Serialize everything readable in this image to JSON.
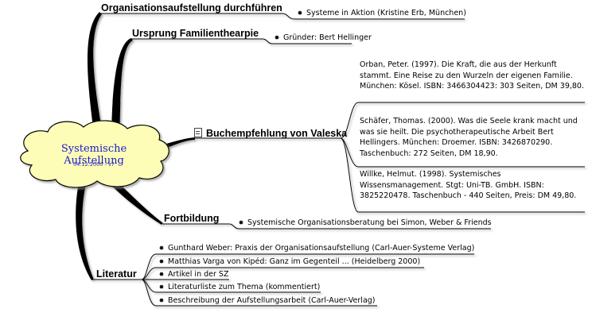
{
  "center": {
    "title": "Systemische Aufstellung",
    "date": "04.12.2000 - v7"
  },
  "branches": {
    "organisation": {
      "label": "Organisationsaufstellung durchführen",
      "items": [
        "Systeme in Aktion (Kristine Erb, München)"
      ]
    },
    "ursprung": {
      "label": "Ursprung Familienthearpie",
      "items": [
        "Gründer: Bert Hellinger"
      ]
    },
    "buch": {
      "label": "Buchempfehlung von Valeska",
      "icon": "document-icon",
      "entries": [
        "Orban, Peter. (1997). Die Kraft, die aus der Herkunft stammt. Eine Reise zu den Wurzeln der eigenen Familie. München: Kösel. ISBN: 3466304423: 303 Seiten, DM 39,80.",
        "Schäfer, Thomas. (2000). Was die Seele krank macht und was sie heilt. Die psychotherapeutische Arbeit Bert Hellingers. München: Droemer. ISBN: 3426870290. Taschenbuch: 272 Seiten, DM 18,90.",
        "Willke, Helmut. (1998). Systemisches Wissensmanagement. Stgt: Uni-TB. GmbH. ISBN: 3825220478. Taschenbuch - 440 Seiten, Preis: DM 49,80."
      ]
    },
    "fortbildung": {
      "label": "Fortbildung",
      "items": [
        "Systemische Organisationsberatung bei Simon, Weber & Friends"
      ]
    },
    "literatur": {
      "label": "Literatur",
      "items": [
        "Gunthard Weber: Praxis der Organisationsaufstellung (Carl-Auer-Systeme Verlag)",
        "Matthias Varga von Kipéd: Ganz im Gegenteil ... (Heidelberg 2000)",
        "Artikel in der SZ",
        "Literaturliste zum Thema (kommentiert)",
        "Beschreibung der Aufstellungsarbeit (Carl-Auer-Verlag)"
      ]
    }
  },
  "colors": {
    "center_fill": "#fdfdb8",
    "center_text": "#1a1acc",
    "branch_stroke": "#000000",
    "shadow": "#999999"
  }
}
